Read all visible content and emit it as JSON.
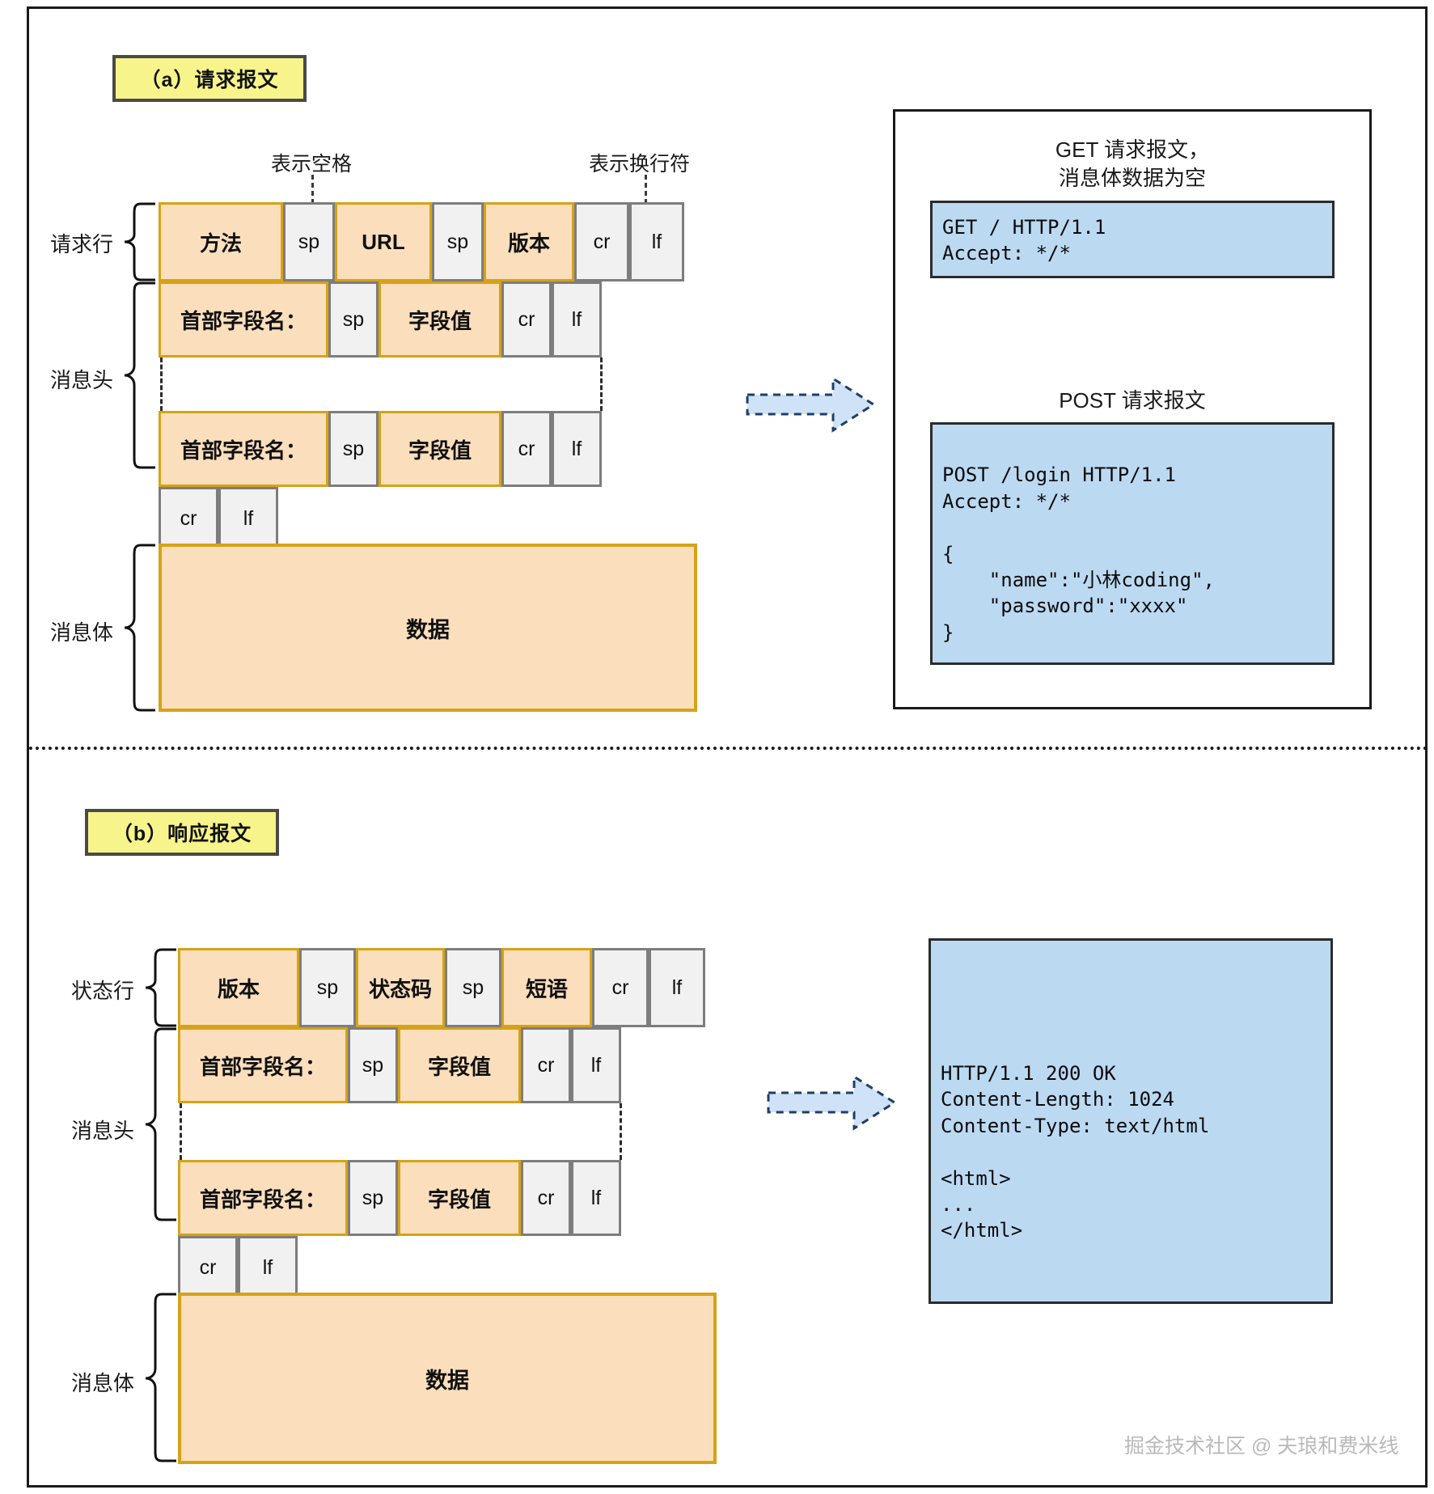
{
  "sections": {
    "request": {
      "chip_label": "（a）请求报文",
      "annotations": {
        "space": "表示空格",
        "newline": "表示换行符"
      },
      "side_labels": {
        "request_line": "请求行",
        "headers": "消息头",
        "body": "消息体"
      },
      "request_line_cells": [
        {
          "text": "方法",
          "type": "orange"
        },
        {
          "text": "sp",
          "type": "grey"
        },
        {
          "text": "URL",
          "type": "orange"
        },
        {
          "text": "sp",
          "type": "grey"
        },
        {
          "text": "版本",
          "type": "orange"
        },
        {
          "text": "cr",
          "type": "grey"
        },
        {
          "text": "lf",
          "type": "grey"
        }
      ],
      "header_row_cells": [
        {
          "text": "首部字段名：",
          "type": "orange"
        },
        {
          "text": "sp",
          "type": "grey"
        },
        {
          "text": "字段值",
          "type": "orange"
        },
        {
          "text": "cr",
          "type": "grey"
        },
        {
          "text": "lf",
          "type": "grey"
        }
      ],
      "blank_line_cells": [
        {
          "text": "cr",
          "type": "grey"
        },
        {
          "text": "lf",
          "type": "grey"
        }
      ],
      "body_label": "数据",
      "examples": {
        "get": {
          "caption": "GET 请求报文，\n消息体数据为空",
          "code": "GET / HTTP/1.1\nAccept: */*"
        },
        "post": {
          "caption": "POST 请求报文",
          "code": "\nPOST /login HTTP/1.1\nAccept: */*\n\n{\n    \"name\":\"小林coding\",\n    \"password\":\"xxxx\"\n}"
        }
      }
    },
    "response": {
      "chip_label": "（b）响应报文",
      "side_labels": {
        "status_line": "状态行",
        "headers": "消息头",
        "body": "消息体"
      },
      "status_line_cells": [
        {
          "text": "版本",
          "type": "orange"
        },
        {
          "text": "sp",
          "type": "grey"
        },
        {
          "text": "状态码",
          "type": "orange"
        },
        {
          "text": "sp",
          "type": "grey"
        },
        {
          "text": "短语",
          "type": "orange"
        },
        {
          "text": "cr",
          "type": "grey"
        },
        {
          "text": "lf",
          "type": "grey"
        }
      ],
      "header_row_cells": [
        {
          "text": "首部字段名：",
          "type": "orange"
        },
        {
          "text": "sp",
          "type": "grey"
        },
        {
          "text": "字段值",
          "type": "orange"
        },
        {
          "text": "cr",
          "type": "grey"
        },
        {
          "text": "lf",
          "type": "grey"
        }
      ],
      "blank_line_cells": [
        {
          "text": "cr",
          "type": "grey"
        },
        {
          "text": "lf",
          "type": "grey"
        }
      ],
      "body_label": "数据",
      "example": {
        "code": "HTTP/1.1 200 OK\nContent-Length: 1024\nContent-Type: text/html\n\n<html>\n...\n</html>"
      }
    }
  },
  "watermark": "掘金技术社区 @ 夫琅和费米线",
  "colors": {
    "orange_fill": "#fbdfbd",
    "orange_border": "#d6a216",
    "grey_fill": "#f1f1f1",
    "grey_border": "#7d7d7d",
    "code_fill": "#bcd9f2",
    "chip_fill": "#f7f48b",
    "frame_border": "#1a1a1a"
  }
}
